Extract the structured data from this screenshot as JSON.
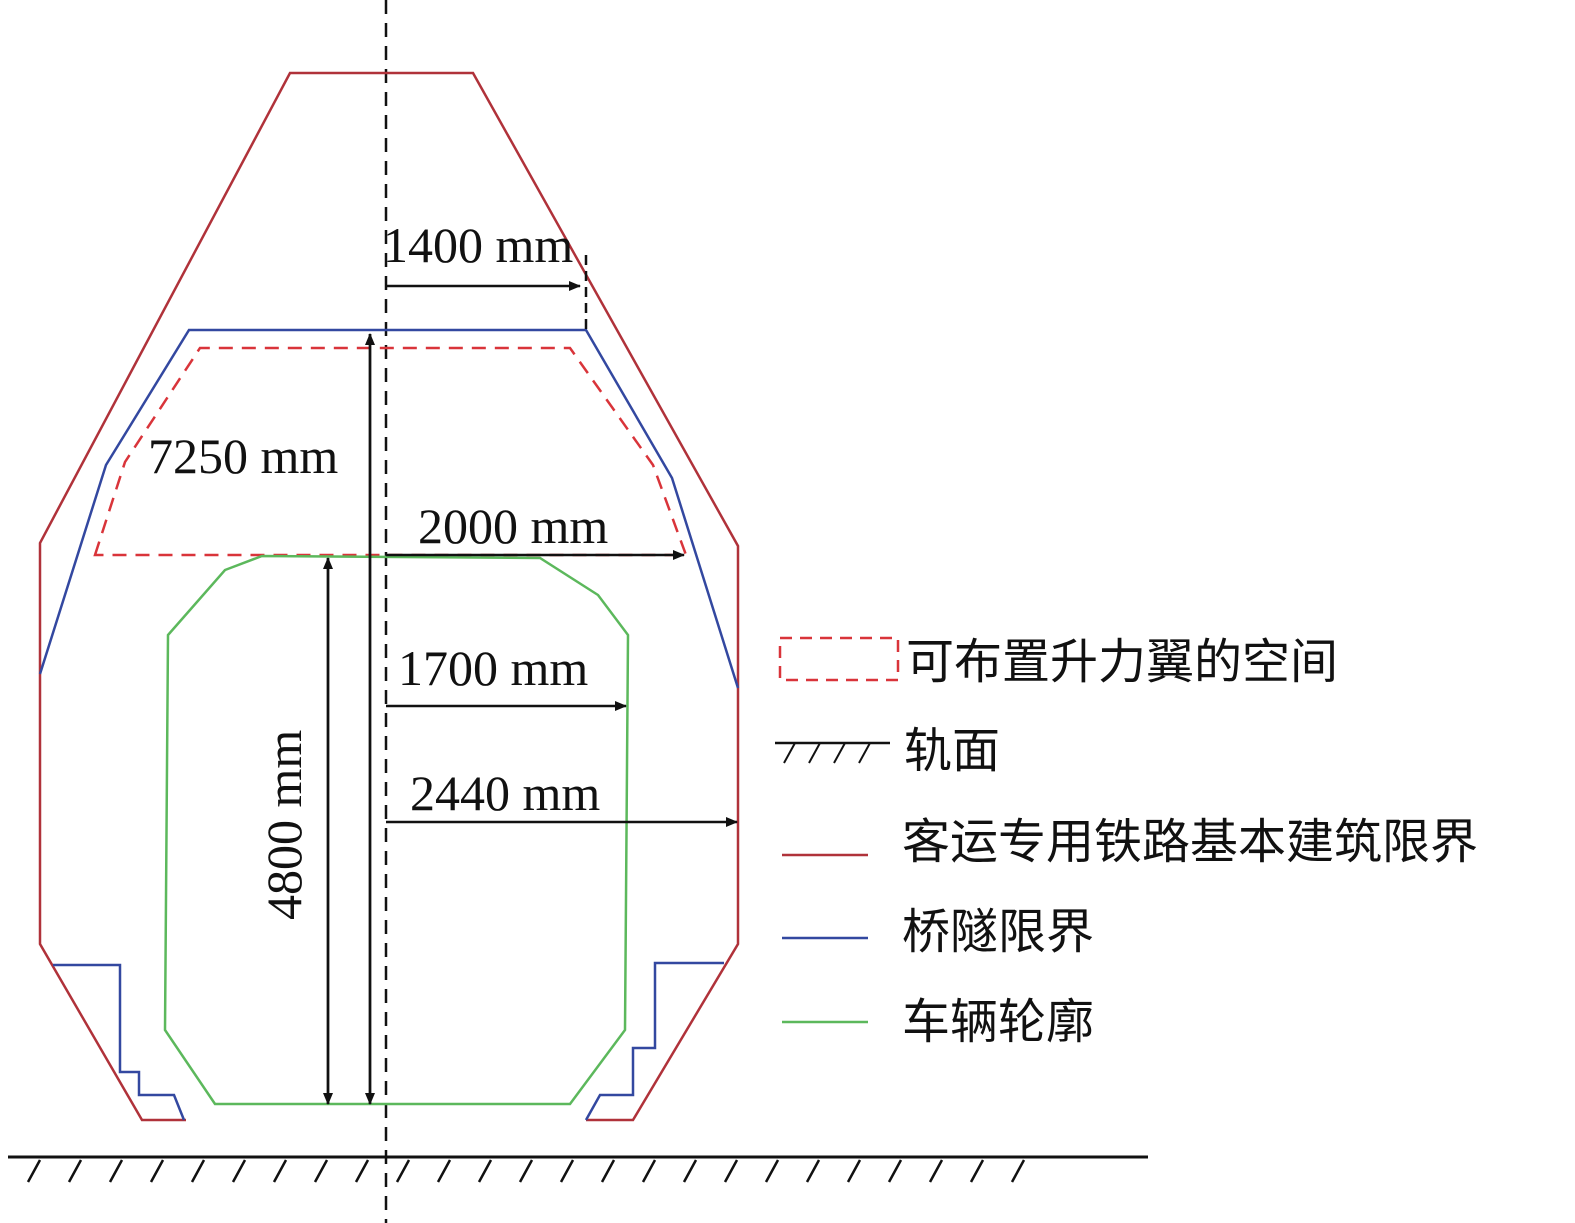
{
  "colors": {
    "basic_clearance": "#b0323a",
    "bridge_tunnel_clearance": "#3348a0",
    "vehicle_profile": "#5cb85c",
    "lift_wing_space": "#d9343a",
    "axis": "#111111"
  },
  "dimensions": {
    "d1400": "1400 mm",
    "d7250": "7250 mm",
    "d2000": "2000 mm",
    "d1700": "1700 mm",
    "d2440": "2440 mm",
    "d4800": "4800 mm"
  },
  "legend": {
    "lift_wing_space": "可布置升力翼的空间",
    "rail_surface": "轨面",
    "basic_clearance": "客运专用铁路基本建筑限界",
    "bridge_tunnel_clearance": "桥隧限界",
    "vehicle_profile": "车辆轮廓"
  }
}
